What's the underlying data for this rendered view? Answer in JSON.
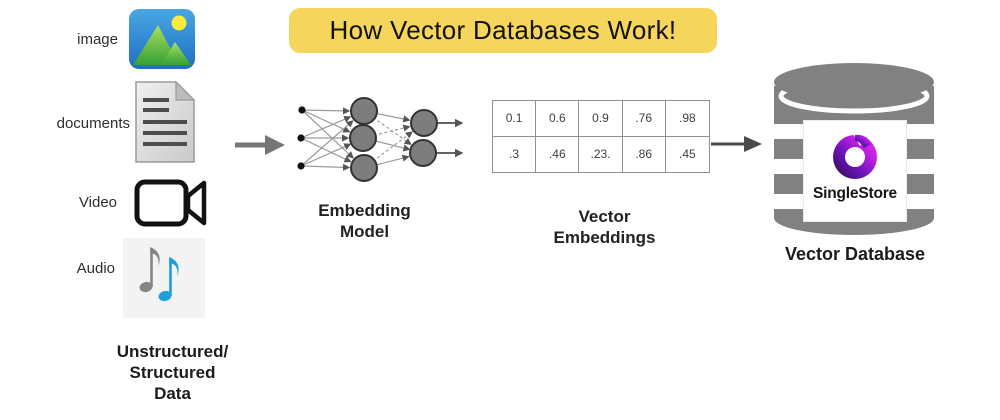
{
  "title": {
    "text": "How Vector Databases Work!"
  },
  "sources": {
    "items": [
      {
        "label": "image",
        "icon": "image-icon"
      },
      {
        "label": "documents",
        "icon": "document-icon"
      },
      {
        "label": "Video",
        "icon": "video-camera-icon"
      },
      {
        "label": "Audio",
        "icon": "music-notes-icon"
      }
    ],
    "caption_lines": [
      "Unstructured/",
      "Structured",
      "Data"
    ]
  },
  "embedding_model": {
    "label_lines": [
      "Embedding",
      "Model"
    ]
  },
  "vector_embeddings": {
    "label_lines": [
      "Vector",
      "Embeddings"
    ],
    "rows": [
      [
        "0.1",
        "0.6",
        "0.9",
        ".76",
        ".98"
      ],
      [
        ".3",
        ".46",
        ".23.",
        ".86",
        ".45"
      ]
    ]
  },
  "vector_database": {
    "label": "Vector Database",
    "logo_text": "SingleStore"
  },
  "colors": {
    "banner_yellow": "#F6D55C",
    "cylinder_gray": "#818181",
    "node_gray": "#7d7d7d",
    "arrow_gray": "#767676",
    "arrow_dark": "#4a4a4a",
    "note_blue": "#1f9ede",
    "logo_purple_dark": "#2c0a49",
    "logo_magenta": "#f22ef2"
  }
}
